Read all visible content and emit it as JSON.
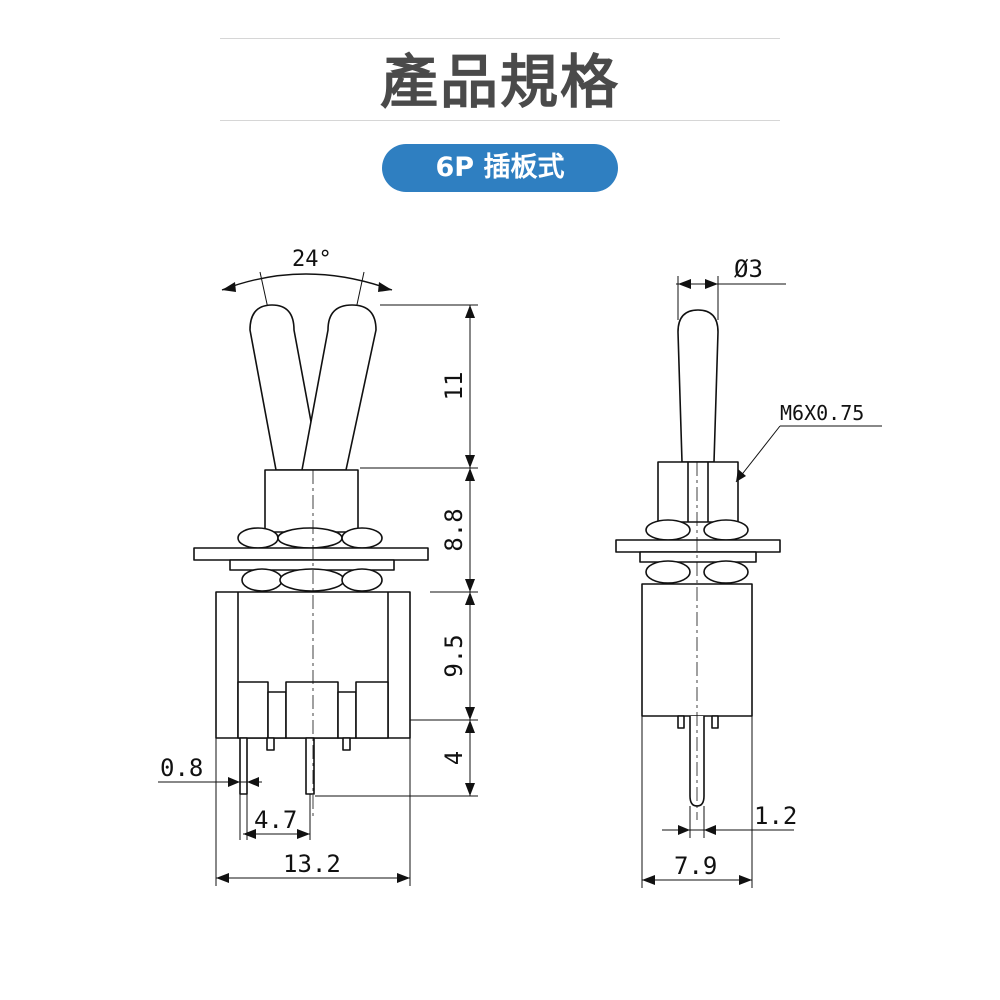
{
  "heading": "產品規格",
  "badge": "6P 插板式",
  "front_view": {
    "angle": "24°",
    "lever_height": "11",
    "bushing_height": "8.8",
    "body_height": "9.5",
    "pin_length": "4",
    "pin_width": "0.8",
    "pin_pitch": "4.7",
    "body_width": "13.2"
  },
  "side_view": {
    "lever_diameter": "Ø3",
    "thread": "M6X0.75",
    "pin_thickness": "1.2",
    "body_depth": "7.9"
  }
}
